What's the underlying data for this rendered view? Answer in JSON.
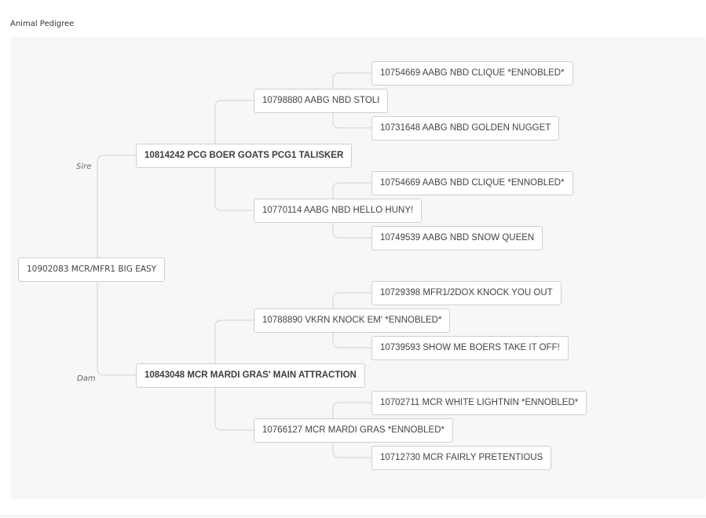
{
  "page": {
    "title": "Animal Pedigree"
  },
  "colors": {
    "panel_background": "#f7f7f7",
    "node_border": "#cfcfcf",
    "connector": "#d2d2d2",
    "text": "#444444"
  },
  "pedigree": {
    "root": {
      "label": "10902083 MCR/MFR1 BIG EASY"
    },
    "sire_label": "Sire",
    "dam_label": "Dam",
    "sire": {
      "label": "10814242 PCG BOER GOATS PCG1 TALISKER"
    },
    "dam": {
      "label": "10843048 MCR MARDI GRAS' MAIN ATTRACTION"
    },
    "sire_sire": {
      "label": "10798880 AABG NBD STOLI"
    },
    "sire_dam": {
      "label": "10770114 AABG NBD HELLO HUNY!"
    },
    "dam_sire": {
      "label": "10788890 VKRN KNOCK EM' *ENNOBLED*"
    },
    "dam_dam": {
      "label": "10766127 MCR MARDI GRAS *ENNOBLED*"
    },
    "sire_sire_sire": {
      "label": "10754669 AABG NBD CLIQUE *ENNOBLED*"
    },
    "sire_sire_dam": {
      "label": "10731648 AABG NBD GOLDEN NUGGET"
    },
    "sire_dam_sire": {
      "label": "10754669 AABG NBD CLIQUE *ENNOBLED*"
    },
    "sire_dam_dam": {
      "label": "10749539 AABG NBD SNOW QUEEN"
    },
    "dam_sire_sire": {
      "label": "10729398 MFR1/2DOX KNOCK YOU OUT"
    },
    "dam_sire_dam": {
      "label": "10739593 SHOW ME BOERS TAKE IT OFF!"
    },
    "dam_dam_sire": {
      "label": "10702711 MCR WHITE LIGHTNIN *ENNOBLED*"
    },
    "dam_dam_dam": {
      "label": "10712730 MCR FAIRLY PRETENTIOUS"
    }
  }
}
